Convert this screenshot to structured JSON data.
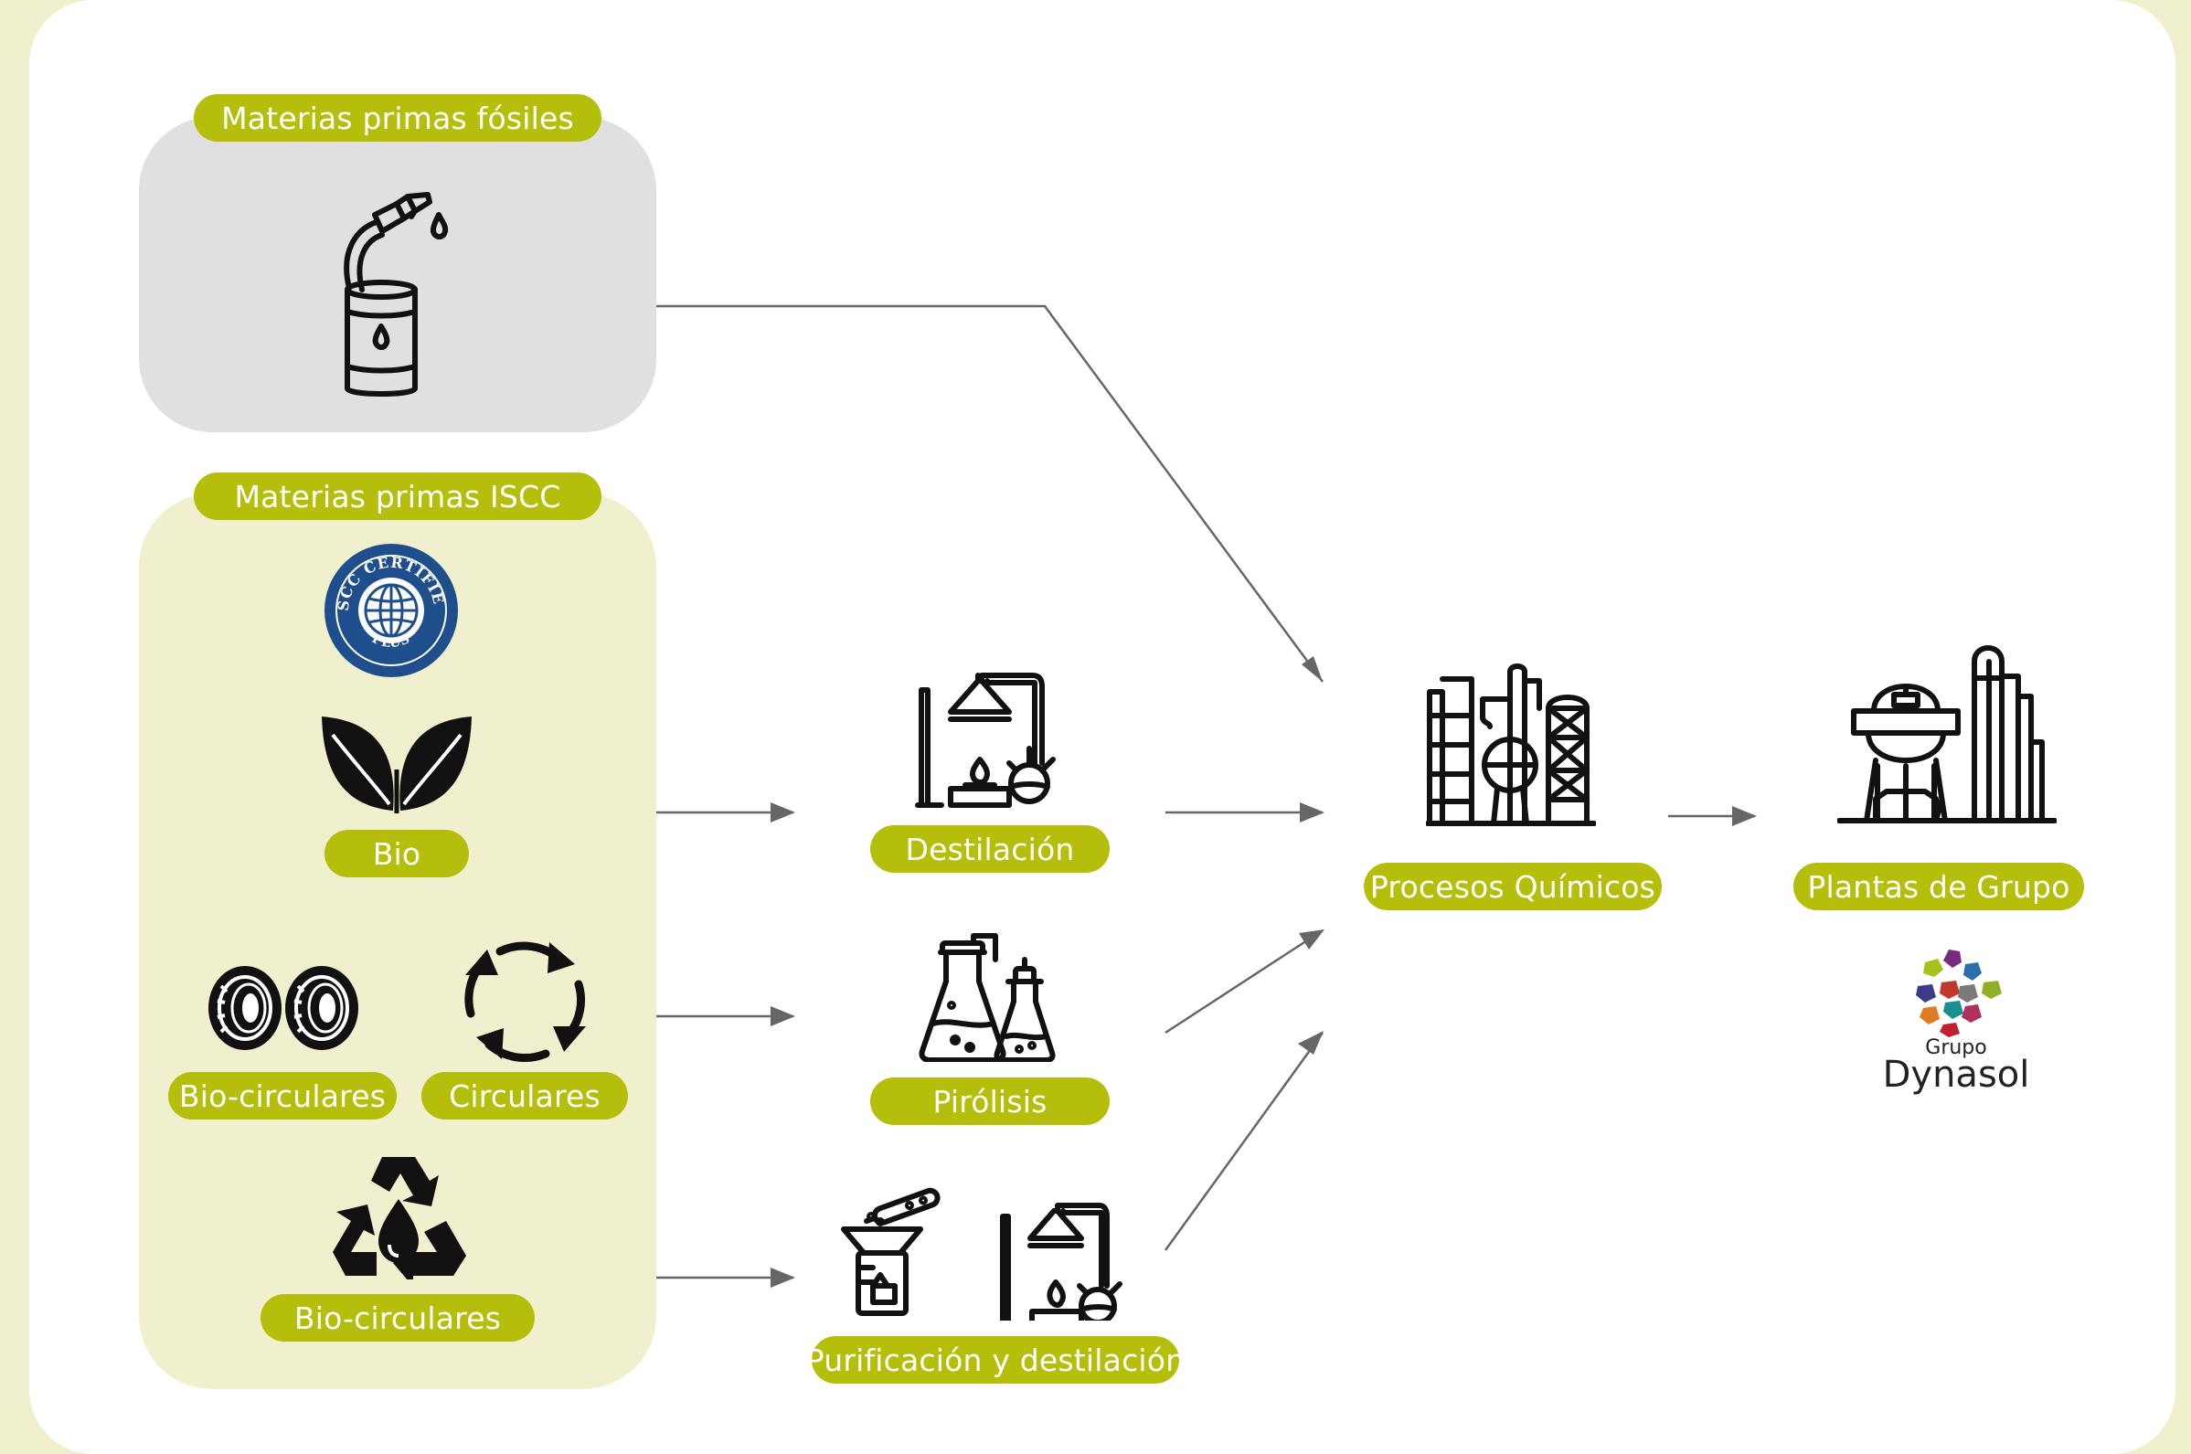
{
  "colors": {
    "background": "#f0f0ce",
    "card": "#ffffff",
    "accent": "#b5be0a",
    "fossil_panel": "#e0e0e0",
    "iscc_panel": "#f0f0ce",
    "arrow": "#666666"
  },
  "fossil": {
    "label": "Materias primas fósiles",
    "icon": "fuel-nozzle-barrel-icon"
  },
  "iscc": {
    "label": "Materias primas ISCC",
    "badge": {
      "top_text": "ISCC CERTIFIED",
      "bottom_text": "PLUS",
      "icon": "iscc-certified-plus-badge"
    },
    "items": [
      {
        "label": "Bio",
        "icon": "leaves-icon"
      },
      {
        "label": "Bio-circulares",
        "icon": "tires-icon"
      },
      {
        "label": "Circulares",
        "icon": "recycle-arrows-icon"
      },
      {
        "label": "Bio-circulares",
        "icon": "recycle-oil-drop-icon"
      }
    ]
  },
  "processes": [
    {
      "label": "Destilación",
      "icon": "distillation-apparatus-icon"
    },
    {
      "label": "Pirólisis",
      "icon": "pyrolysis-flasks-icon"
    },
    {
      "label": "Purificación y destilación",
      "icon": "purification-distillation-icon"
    }
  ],
  "chemical": {
    "label": "Procesos Químicos",
    "icon": "chemical-plant-icon"
  },
  "plants": {
    "label": "Plantas de Grupo",
    "icon": "refinery-plant-icon"
  },
  "logo": {
    "grupo": "Grupo",
    "name": "Dynasol"
  }
}
